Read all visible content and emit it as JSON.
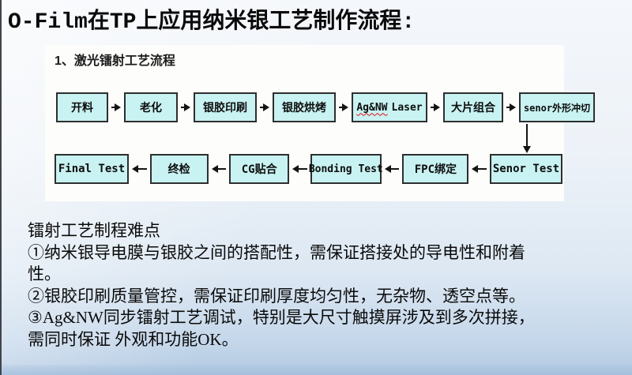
{
  "title": "O-Film在TP上应用纳米银工艺制作流程:",
  "flow": {
    "heading": "1、激光镭射工艺流程",
    "row1": [
      "开料",
      "老化",
      "银胶印刷",
      "银胶烘烤",
      "Ag&NW Laser",
      "大片组合",
      "senor外形冲切"
    ],
    "laser": {
      "word": "Ag&NW",
      "rest": "Laser"
    },
    "row2": [
      "Final Test",
      "终检",
      "CG贴合",
      "Bonding Test",
      "FPC绑定",
      "Senor Test"
    ]
  },
  "notes": {
    "heading": "镭射工艺制程难点",
    "line1": "①纳米银导电膜与银胶之间的搭配性，需保证搭接处的导电性和附着",
    "line2": "性。",
    "line3": "②银胶印刷质量管控，需保证印刷厚度均匀性，无杂物、透空点等。",
    "line4": "③Ag&NW同步镭射工艺调试，特别是大尺寸触摸屏涉及到多次拼接，",
    "line5": "需同时保证 外观和功能OK。"
  },
  "colors": {
    "box_fill": "#C9F2F2",
    "box_border": "#2E2E2E",
    "panel_background": "#FDFDFB",
    "slide_background_top": "#F4F7FB",
    "slide_background_bottom": "#B3CAE2",
    "spellcheck_wavy": "#E01010",
    "text": "#0A0A0A"
  }
}
